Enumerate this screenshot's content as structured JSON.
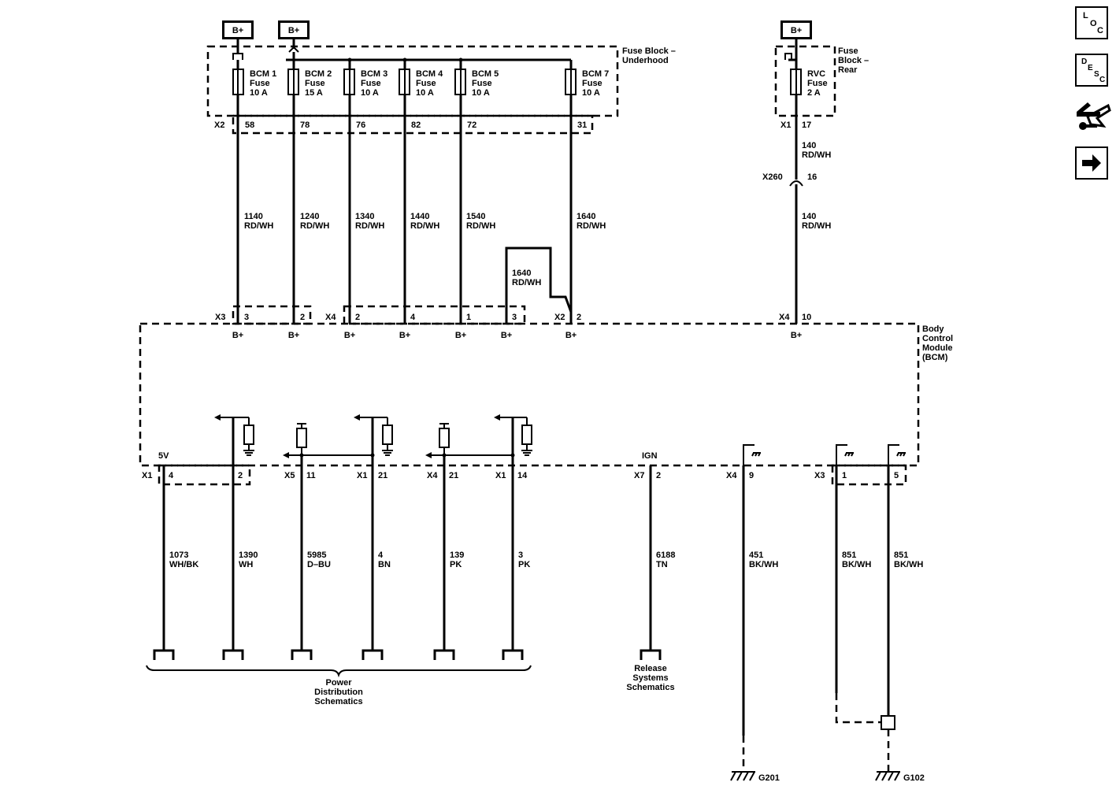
{
  "bplus_label": "B+",
  "fuse_block_underhood": {
    "title": [
      "Fuse Block –",
      "Underhood"
    ],
    "connector": "X2",
    "fuses": [
      {
        "name": [
          "BCM 1",
          "Fuse",
          "10 A"
        ],
        "pin": "58",
        "circuit": [
          "1140",
          "RD/WH"
        ]
      },
      {
        "name": [
          "BCM 2",
          "Fuse",
          "15 A"
        ],
        "pin": "78",
        "circuit": [
          "1240",
          "RD/WH"
        ]
      },
      {
        "name": [
          "BCM 3",
          "Fuse",
          "10 A"
        ],
        "pin": "76",
        "circuit": [
          "1340",
          "RD/WH"
        ]
      },
      {
        "name": [
          "BCM 4",
          "Fuse",
          "10 A"
        ],
        "pin": "82",
        "circuit": [
          "1440",
          "RD/WH"
        ]
      },
      {
        "name": [
          "BCM 5",
          "Fuse",
          "10 A"
        ],
        "pin": "72",
        "circuit": [
          "1540",
          "RD/WH"
        ]
      },
      {
        "name": [
          "BCM 7",
          "Fuse",
          "10 A"
        ],
        "pin": "31",
        "circuit": [
          "1640",
          "RD/WH"
        ]
      }
    ],
    "jumper_circuit": [
      "1640",
      "RD/WH"
    ]
  },
  "fuse_block_rear": {
    "title": [
      "Fuse",
      "Block –",
      "Rear"
    ],
    "connector": "X1",
    "fuse": {
      "name": [
        "RVC",
        "Fuse",
        "2 A"
      ],
      "pin": "17",
      "circuit": [
        "140",
        "RD/WH"
      ]
    },
    "inline_connector": {
      "name": "X260",
      "pin": "16"
    },
    "circuit_below": [
      "140",
      "RD/WH"
    ]
  },
  "bcm": {
    "title": [
      "Body",
      "Control",
      "Module",
      "(BCM)"
    ],
    "top_pins": [
      {
        "conn": "X3",
        "pin": "3",
        "label": "B+"
      },
      {
        "conn": "",
        "pin": "2",
        "label": "B+"
      },
      {
        "conn": "X4",
        "pin": "2",
        "label": "B+"
      },
      {
        "conn": "",
        "pin": "4",
        "label": "B+"
      },
      {
        "conn": "",
        "pin": "1",
        "label": "B+"
      },
      {
        "conn": "",
        "pin": "3",
        "label": "B+"
      },
      {
        "conn": "X2",
        "pin": "2",
        "label": "B+"
      },
      {
        "conn": "X4",
        "pin": "10",
        "label": "B+"
      }
    ],
    "bottom_pins": [
      {
        "conn": "X1",
        "pin": "4",
        "signal": "5V",
        "circuit": [
          "1073",
          "WH/BK"
        ]
      },
      {
        "conn": "",
        "pin": "2",
        "signal": "",
        "circuit": [
          "1390",
          "WH"
        ]
      },
      {
        "conn": "X5",
        "pin": "11",
        "signal": "",
        "circuit": [
          "5985",
          "D–BU"
        ]
      },
      {
        "conn": "X1",
        "pin": "21",
        "signal": "",
        "circuit": [
          "4",
          "BN"
        ]
      },
      {
        "conn": "X4",
        "pin": "21",
        "signal": "",
        "circuit": [
          "139",
          "PK"
        ]
      },
      {
        "conn": "X1",
        "pin": "14",
        "signal": "",
        "circuit": [
          "3",
          "PK"
        ]
      },
      {
        "conn": "X7",
        "pin": "2",
        "signal": "IGN",
        "circuit": [
          "6188",
          "TN"
        ]
      },
      {
        "conn": "X4",
        "pin": "9",
        "signal": "",
        "circuit": [
          "451",
          "BK/WH"
        ]
      },
      {
        "conn": "X3",
        "pin": "1",
        "signal": "",
        "circuit": [
          "851",
          "BK/WH"
        ]
      },
      {
        "conn": "",
        "pin": "5",
        "signal": "",
        "circuit": [
          "851",
          "BK/WH"
        ]
      }
    ]
  },
  "references": {
    "power_distribution": [
      "Power",
      "Distribution",
      "Schematics"
    ],
    "release_systems": [
      "Release",
      "Systems",
      "Schematics"
    ]
  },
  "grounds": [
    "G201",
    "G102"
  ],
  "nav_icons": {
    "loc": [
      "L",
      "O",
      "C"
    ],
    "desc": [
      "D",
      "E",
      "S",
      "C"
    ]
  }
}
